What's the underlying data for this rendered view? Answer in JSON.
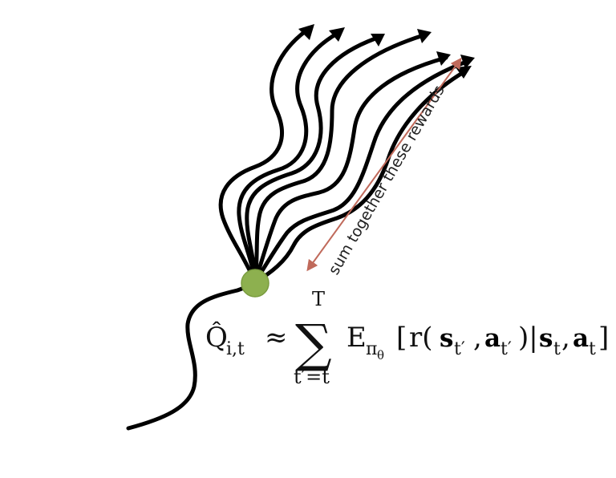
{
  "annotation": "sum together these rewards",
  "formula": {
    "q_hat": "Q̂",
    "q_sub": "i,t",
    "approx": "≈",
    "sum_symbol": "∑",
    "upper_limit": "T",
    "lower_limit": "t′=t",
    "expectation": "E",
    "exp_sub": "π",
    "exp_sub_sub": "θ",
    "open_bracket": "[",
    "r_open": "r(",
    "s_bold": "s",
    "s_sub": "t′",
    "comma": ",",
    "a_bold": "a",
    "a_sub": "t′",
    "pipe_close": ")|",
    "s2_bold": "s",
    "s2_sub": "t",
    "comma2": ",",
    "a2_bold": "a",
    "a2_sub": "t",
    "close_bracket": "]"
  },
  "colors": {
    "state_node": "#8db04f",
    "state_node_stroke": "#7a9c3f",
    "arrow": "#c06a5b",
    "trajectory": "#000000"
  }
}
